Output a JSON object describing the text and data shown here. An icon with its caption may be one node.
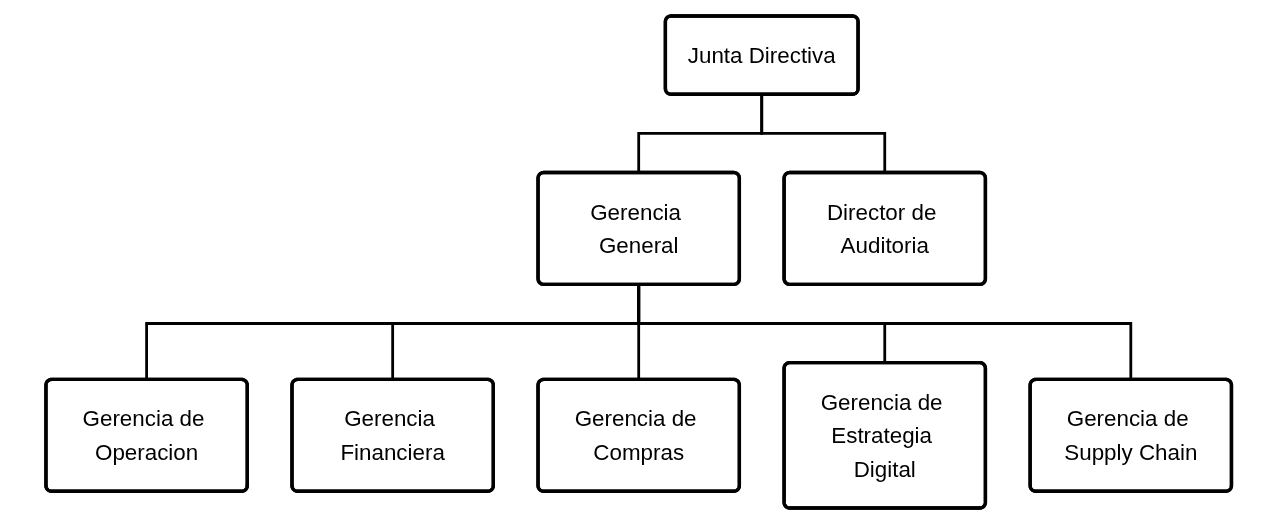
{
  "diagram": {
    "nodes": [
      {
        "text": [
          "Junta Directiva"
        ]
      },
      {
        "text": [
          "Gerencia General"
        ]
      },
      {
        "text": [
          "Director de Auditoria"
        ]
      },
      {
        "text": [
          "Gerencia de Operacion"
        ]
      },
      {
        "text": [
          "Gerencia Financiera"
        ]
      },
      {
        "text": [
          "Gerencia de Compras"
        ]
      },
      {
        "text": [
          "Gerencia de Estrategia Digital"
        ]
      },
      {
        "text": [
          "Gerencia de Supply Chain"
        ]
      }
    ],
    "edges": [
      {
        "from": 0,
        "to": 1,
        "arrow": "none"
      },
      {
        "from": 0,
        "to": 2,
        "arrow": "none"
      },
      {
        "from": 1,
        "to": 3,
        "arrow": "none"
      },
      {
        "from": 1,
        "to": 4,
        "arrow": "none"
      },
      {
        "from": 1,
        "to": 5,
        "arrow": "none"
      },
      {
        "from": 1,
        "to": 6,
        "arrow": "none"
      },
      {
        "from": 1,
        "to": 7,
        "arrow": "none"
      }
    ]
  }
}
